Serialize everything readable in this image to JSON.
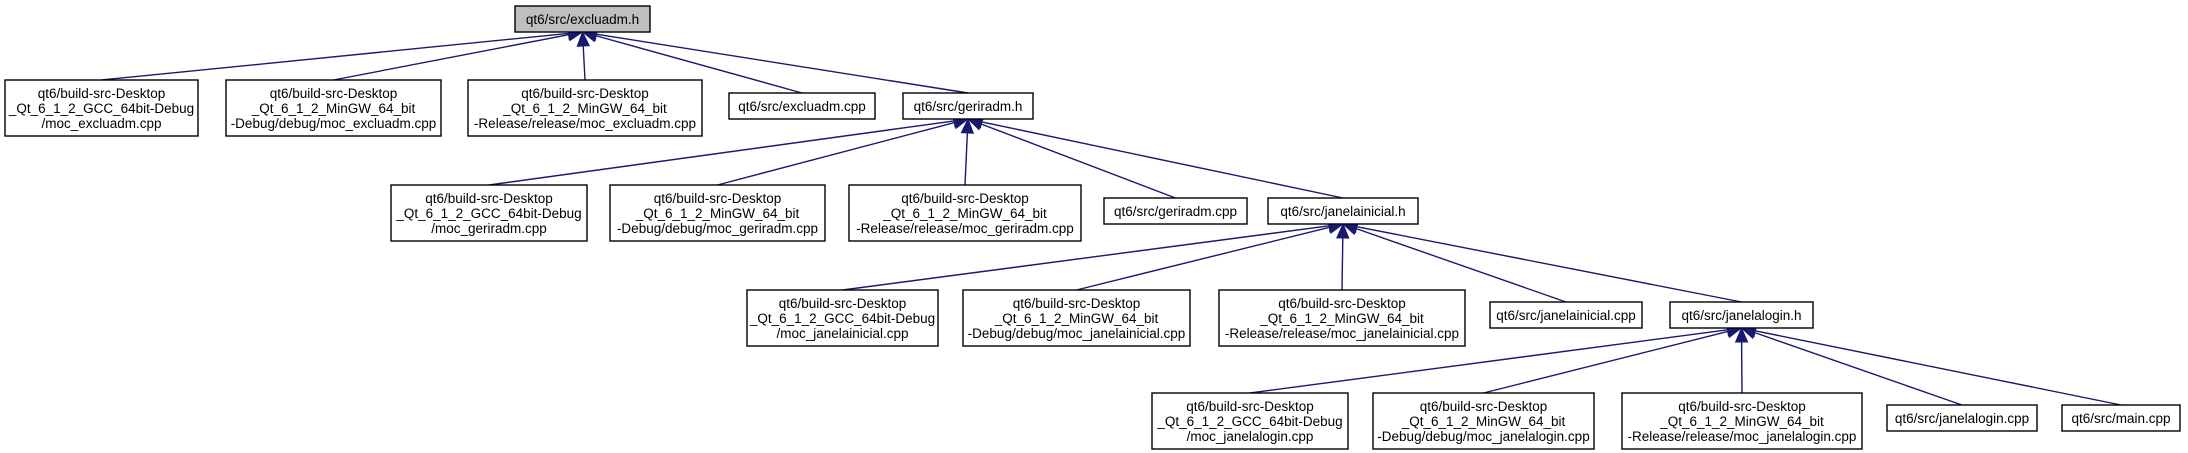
{
  "title": "qt6/src/excluadm.h",
  "nodes": [
    {
      "id": "excluadm_h",
      "lines": [
        "qt6/src/excluadm.h"
      ],
      "root": true
    },
    {
      "id": "moc_excluadm_gcc",
      "lines": [
        "qt6/build-src-Desktop",
        "_Qt_6_1_2_GCC_64bit-Debug",
        "/moc_excluadm.cpp"
      ]
    },
    {
      "id": "moc_excluadm_mingw_dbg",
      "lines": [
        "qt6/build-src-Desktop",
        "_Qt_6_1_2_MinGW_64_bit",
        "-Debug/debug/moc_excluadm.cpp"
      ]
    },
    {
      "id": "moc_excluadm_mingw_rel",
      "lines": [
        "qt6/build-src-Desktop",
        "_Qt_6_1_2_MinGW_64_bit",
        "-Release/release/moc_excluadm.cpp"
      ]
    },
    {
      "id": "excluadm_cpp",
      "lines": [
        "qt6/src/excluadm.cpp"
      ]
    },
    {
      "id": "geriradm_h",
      "lines": [
        "qt6/src/geriradm.h"
      ]
    },
    {
      "id": "moc_geriradm_gcc",
      "lines": [
        "qt6/build-src-Desktop",
        "_Qt_6_1_2_GCC_64bit-Debug",
        "/moc_geriradm.cpp"
      ]
    },
    {
      "id": "moc_geriradm_mingw_dbg",
      "lines": [
        "qt6/build-src-Desktop",
        "_Qt_6_1_2_MinGW_64_bit",
        "-Debug/debug/moc_geriradm.cpp"
      ]
    },
    {
      "id": "moc_geriradm_mingw_rel",
      "lines": [
        "qt6/build-src-Desktop",
        "_Qt_6_1_2_MinGW_64_bit",
        "-Release/release/moc_geriradm.cpp"
      ]
    },
    {
      "id": "geriradm_cpp",
      "lines": [
        "qt6/src/geriradm.cpp"
      ]
    },
    {
      "id": "janelainicial_h",
      "lines": [
        "qt6/src/janelainicial.h"
      ]
    },
    {
      "id": "moc_janelainicial_gcc",
      "lines": [
        "qt6/build-src-Desktop",
        "_Qt_6_1_2_GCC_64bit-Debug",
        "/moc_janelainicial.cpp"
      ]
    },
    {
      "id": "moc_janelainicial_mingw_dbg",
      "lines": [
        "qt6/build-src-Desktop",
        "_Qt_6_1_2_MinGW_64_bit",
        "-Debug/debug/moc_janelainicial.cpp"
      ]
    },
    {
      "id": "moc_janelainicial_mingw_rel",
      "lines": [
        "qt6/build-src-Desktop",
        "_Qt_6_1_2_MinGW_64_bit",
        "-Release/release/moc_janelainicial.cpp"
      ]
    },
    {
      "id": "janelainicial_cpp",
      "lines": [
        "qt6/src/janelainicial.cpp"
      ]
    },
    {
      "id": "janelalogin_h",
      "lines": [
        "qt6/src/janelalogin.h"
      ]
    },
    {
      "id": "moc_janelalogin_gcc",
      "lines": [
        "qt6/build-src-Desktop",
        "_Qt_6_1_2_GCC_64bit-Debug",
        "/moc_janelalogin.cpp"
      ]
    },
    {
      "id": "moc_janelalogin_mingw_dbg",
      "lines": [
        "qt6/build-src-Desktop",
        "_Qt_6_1_2_MinGW_64_bit",
        "-Debug/debug/moc_janelalogin.cpp"
      ]
    },
    {
      "id": "moc_janelalogin_mingw_rel",
      "lines": [
        "qt6/build-src-Desktop",
        "_Qt_6_1_2_MinGW_64_bit",
        "-Release/release/moc_janelalogin.cpp"
      ]
    },
    {
      "id": "janelalogin_cpp",
      "lines": [
        "qt6/src/janelalogin.cpp"
      ]
    },
    {
      "id": "main_cpp",
      "lines": [
        "qt6/src/main.cpp"
      ]
    }
  ],
  "edges": [
    {
      "from": "moc_excluadm_gcc",
      "to": "excluadm_h"
    },
    {
      "from": "moc_excluadm_mingw_dbg",
      "to": "excluadm_h"
    },
    {
      "from": "moc_excluadm_mingw_rel",
      "to": "excluadm_h"
    },
    {
      "from": "excluadm_cpp",
      "to": "excluadm_h"
    },
    {
      "from": "geriradm_h",
      "to": "excluadm_h"
    },
    {
      "from": "moc_geriradm_gcc",
      "to": "geriradm_h"
    },
    {
      "from": "moc_geriradm_mingw_dbg",
      "to": "geriradm_h"
    },
    {
      "from": "moc_geriradm_mingw_rel",
      "to": "geriradm_h"
    },
    {
      "from": "geriradm_cpp",
      "to": "geriradm_h"
    },
    {
      "from": "janelainicial_h",
      "to": "geriradm_h"
    },
    {
      "from": "moc_janelainicial_gcc",
      "to": "janelainicial_h"
    },
    {
      "from": "moc_janelainicial_mingw_dbg",
      "to": "janelainicial_h"
    },
    {
      "from": "moc_janelainicial_mingw_rel",
      "to": "janelainicial_h"
    },
    {
      "from": "janelainicial_cpp",
      "to": "janelainicial_h"
    },
    {
      "from": "janelalogin_h",
      "to": "janelainicial_h"
    },
    {
      "from": "moc_janelalogin_gcc",
      "to": "janelalogin_h"
    },
    {
      "from": "moc_janelalogin_mingw_dbg",
      "to": "janelalogin_h"
    },
    {
      "from": "moc_janelalogin_mingw_rel",
      "to": "janelalogin_h"
    },
    {
      "from": "janelalogin_cpp",
      "to": "janelalogin_h"
    },
    {
      "from": "main_cpp",
      "to": "janelalogin_h"
    }
  ],
  "colors": {
    "edge": "#191970",
    "root_fill": "#bfbfbf",
    "node_fill": "#ffffff",
    "border": "#000000"
  }
}
